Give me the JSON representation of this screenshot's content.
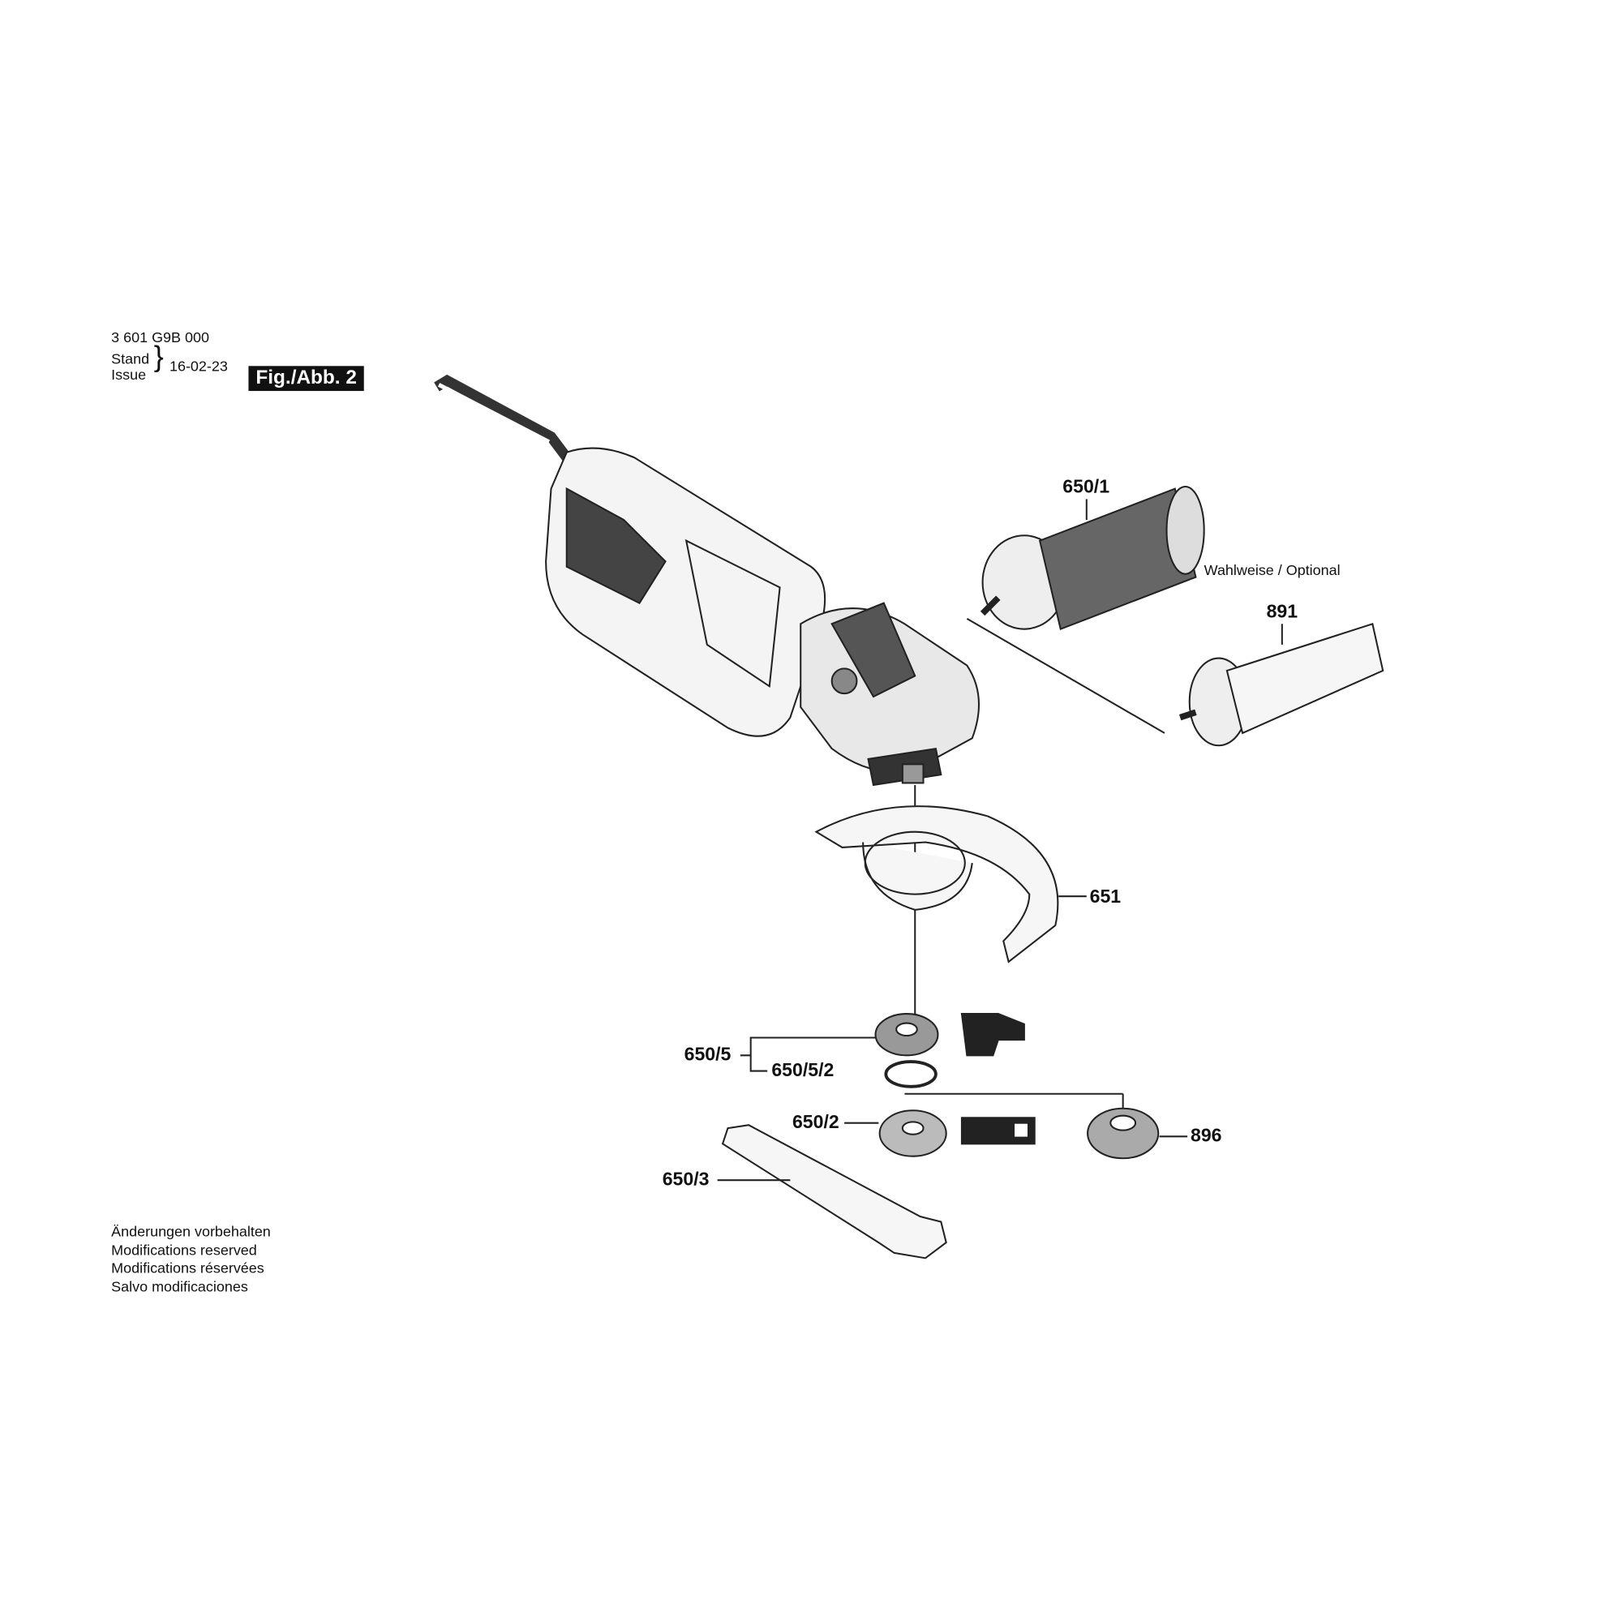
{
  "header": {
    "part_number": "3 601 G9B 000",
    "stand": "Stand",
    "issue": "Issue",
    "date": "16-02-23",
    "figure": "Fig./Abb. 2"
  },
  "optional_note": "Wahlweise / Optional",
  "parts": {
    "p650_1": "650/1",
    "p891": "891",
    "p651": "651",
    "p650_5": "650/5",
    "p650_5_2": "650/5/2",
    "p650_2": "650/2",
    "p896": "896",
    "p650_3": "650/3"
  },
  "footer": [
    "Änderungen vorbehalten",
    "Modifications reserved",
    "Modifications réservées",
    "Salvo modificaciones"
  ]
}
